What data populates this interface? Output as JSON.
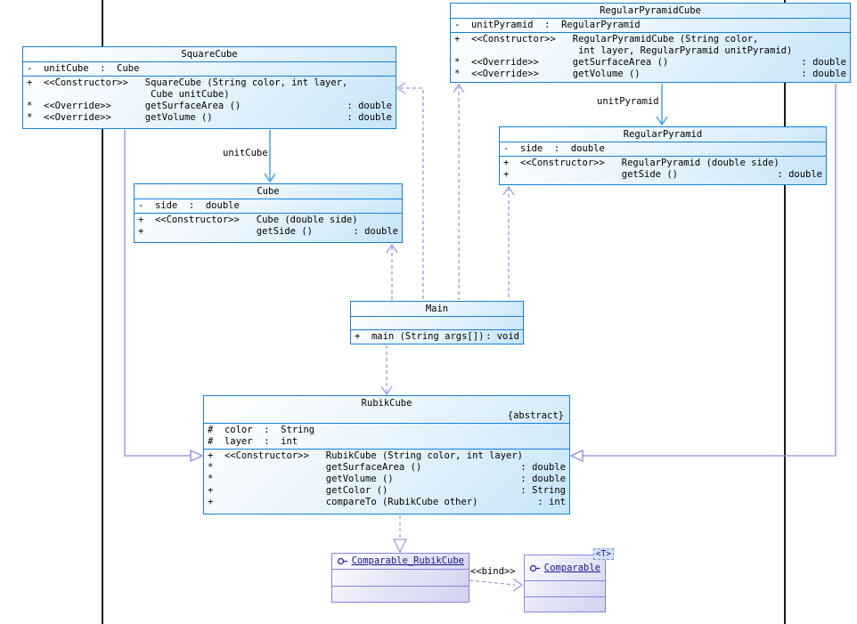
{
  "colors": {
    "class_border": "#1580d8",
    "class_fill_end": "#c7e5f9",
    "interface_border": "#8585dd",
    "interface_text": "#16168e",
    "association": "#44a1ec",
    "dependency": "#9b9be8",
    "generalization": "#8c8cdd",
    "realization": "#9a9ad8",
    "clipped_edge_line": "#1b1b1b"
  },
  "classes": {
    "squareCube": {
      "title": "SquareCube",
      "attributes": [
        "-  unitCube  :  Cube"
      ],
      "methods": [
        {
          "left": "+  <<Constructor>>   SquareCube (String color, int layer,",
          "ret": ""
        },
        {
          "left": "                      Cube unitCube)",
          "ret": ""
        },
        {
          "left": "*  <<Override>>      getSurfaceArea ()",
          "ret": ": double"
        },
        {
          "left": "*  <<Override>>      getVolume ()",
          "ret": ": double"
        }
      ]
    },
    "regularPyramidCube": {
      "title": "RegularPyramidCube",
      "attributes": [
        "-  unitPyramid  :  RegularPyramid"
      ],
      "methods": [
        {
          "left": "+  <<Constructor>>   RegularPyramidCube (String color,",
          "ret": ""
        },
        {
          "left": "                      int layer, RegularPyramid unitPyramid)",
          "ret": ""
        },
        {
          "left": "*  <<Override>>      getSurfaceArea ()",
          "ret": ": double"
        },
        {
          "left": "*  <<Override>>      getVolume ()",
          "ret": ": double"
        }
      ]
    },
    "cube": {
      "title": "Cube",
      "attributes": [
        "-  side  :  double"
      ],
      "methods": [
        {
          "left": "+  <<Constructor>>   Cube (double side)",
          "ret": ""
        },
        {
          "left": "+                    getSide ()",
          "ret": ": double"
        }
      ]
    },
    "regularPyramid": {
      "title": "RegularPyramid",
      "attributes": [
        "-  side  :  double"
      ],
      "methods": [
        {
          "left": "+  <<Constructor>>   RegularPyramid (double side)",
          "ret": ""
        },
        {
          "left": "+                    getSide ()",
          "ret": ": double"
        }
      ]
    },
    "main": {
      "title": "Main",
      "attributes": [],
      "methods": [
        {
          "left": "+  main (String args[])",
          "ret": ": void"
        }
      ]
    },
    "rubikCube": {
      "title": "RubikCube",
      "abstract_tag": "{abstract}",
      "attributes": [
        "#  color  :  String",
        "#  layer  :  int"
      ],
      "methods": [
        {
          "left": "+  <<Constructor>>   RubikCube (String color, int layer)",
          "ret": ""
        },
        {
          "left": "*                    getSurfaceArea ()",
          "ret": ": double"
        },
        {
          "left": "*                    getVolume ()",
          "ret": ": double"
        },
        {
          "left": "+                    getColor ()",
          "ret": ": String"
        },
        {
          "left": "+                    compareTo (RubikCube other)",
          "ret": ": int"
        }
      ]
    }
  },
  "interfaces": {
    "comparableRubikCube": {
      "title": "Comparable_RubikCube"
    },
    "comparable": {
      "title": "Comparable",
      "template_param": "<T>"
    }
  },
  "edge_labels": {
    "unit_cube": "unitCube",
    "unit_pyramid": "unitPyramid",
    "bind": "<<bind>>"
  }
}
